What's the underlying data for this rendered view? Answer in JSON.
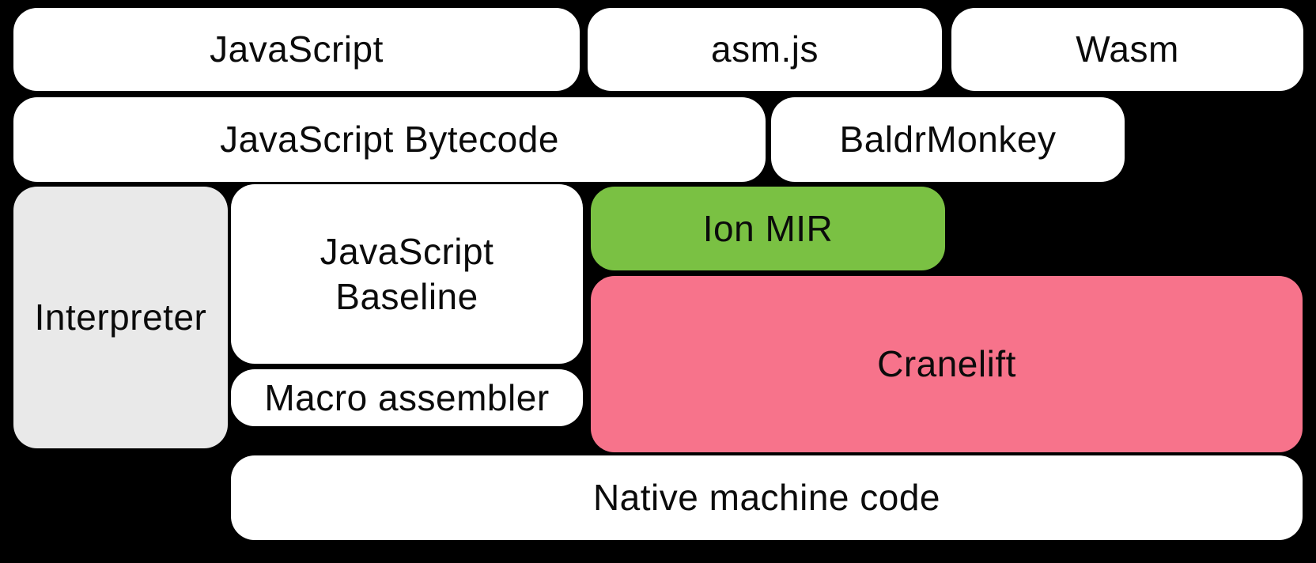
{
  "diagram": {
    "background_color": "#000000",
    "text_color": "#0b0b0b"
  },
  "boxes": {
    "javascript": {
      "label": "JavaScript",
      "fill": "#ffffff"
    },
    "asmjs": {
      "label": "asm.js",
      "fill": "#ffffff"
    },
    "wasm": {
      "label": "Wasm",
      "fill": "#ffffff"
    },
    "javascript_bytecode": {
      "label": "JavaScript Bytecode",
      "fill": "#ffffff"
    },
    "baldrmonkey": {
      "label": "BaldrMonkey",
      "fill": "#ffffff"
    },
    "interpreter": {
      "label": "Interpreter",
      "fill": "#e9e9e9"
    },
    "javascript_baseline": {
      "label": "JavaScript Baseline",
      "fill": "#ffffff"
    },
    "ion_mir": {
      "label": "Ion MIR",
      "fill": "#7ac143"
    },
    "cranelift": {
      "label": "Cranelift",
      "fill": "#f7738b"
    },
    "macro_assembler": {
      "label": "Macro assembler",
      "fill": "#ffffff"
    },
    "native_machine_code": {
      "label": "Native machine code",
      "fill": "#ffffff"
    }
  }
}
